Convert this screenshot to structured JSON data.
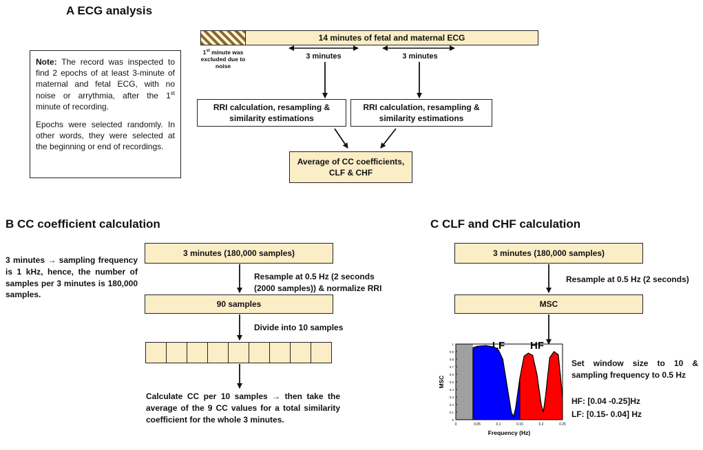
{
  "section_a": {
    "title": "A   ECG analysis",
    "timeline_label": "14 minutes of fetal and maternal ECG",
    "excluded_note_prefix": "1",
    "excluded_note_sup": "st",
    "excluded_note_rest": " minute was excluded due to noise",
    "epoch1_label": "3 minutes",
    "epoch2_label": "3 minutes",
    "rri_box1": "RRI calculation, resampling & similarity estimations",
    "rri_box2": "RRI calculation, resampling & similarity estimations",
    "average_box": "Average of CC coefficients, CLF & CHF",
    "note_bold": "Note:",
    "note_text1": " The record was inspected to find 2 epochs of at least 3-minute of maternal and fetal ECG, with no noise or arrythmia, after the 1",
    "note_sup": "st",
    "note_text2": " minute of recording.",
    "note_para2": "Epochs were selected randomly. In other words, they were selected at the beginning or end of recordings."
  },
  "section_b": {
    "title": "B   CC coefficient calculation",
    "side_text": "3 minutes → sampling frequency is 1 kHz, hence, the number of samples per 3 minutes is 180,000 samples.",
    "box1": "3 minutes (180,000 samples)",
    "step1": "Resample at 0.5 Hz (2 seconds (2000 samples)) & normalize RRI",
    "box2": "90 samples",
    "step2": "Divide into 10 samples",
    "cell_count": 9,
    "conclusion": "Calculate CC per 10 samples → then take the average of the 9 CC values for a total similarity coefficient for the whole 3 minutes."
  },
  "section_c": {
    "title": "C   CLF and CHF calculation",
    "box1": "3 minutes (180,000 samples)",
    "step1": "Resample at 0.5 Hz (2 seconds)",
    "box2": "MSC",
    "side_text": "Set window size to 10 & sampling frequency to 0.5 Hz",
    "hf_text": "HF: [0.04 -0.25]Hz",
    "lf_text": "LF: [0.15- 0.04] Hz",
    "chart_lf_label": "LF",
    "chart_hf_label": "HF"
  },
  "chart_data": {
    "type": "area",
    "xlabel": "Frequency (Hz)",
    "ylabel": "MSC",
    "xlim": [
      0,
      0.25
    ],
    "ylim": [
      0,
      1
    ],
    "x_ticks": [
      "0",
      "0.05",
      "0.1",
      "0.15",
      "0.2",
      "0.25"
    ],
    "y_ticks": [
      "0",
      "0.1",
      "0.2",
      "0.3",
      "0.4",
      "0.5",
      "0.6",
      "0.7",
      "0.8",
      "0.9",
      "1"
    ],
    "colors": {
      "excluded": "#a0a0a0",
      "lf": "#0000ff",
      "hf": "#ff0000"
    },
    "regions": [
      {
        "name": "excluded",
        "from": 0,
        "to": 0.04
      },
      {
        "name": "lf",
        "from": 0.04,
        "to": 0.15
      },
      {
        "name": "hf",
        "from": 0.15,
        "to": 0.25
      }
    ],
    "x": [
      0.04,
      0.05,
      0.07,
      0.09,
      0.1,
      0.11,
      0.12,
      0.13,
      0.135,
      0.14,
      0.15,
      0.16,
      0.17,
      0.18,
      0.19,
      0.2,
      0.205,
      0.21,
      0.22,
      0.23,
      0.24,
      0.25
    ],
    "values": [
      0.95,
      0.97,
      0.98,
      0.96,
      0.92,
      0.8,
      0.45,
      0.1,
      0.04,
      0.15,
      0.55,
      0.84,
      0.88,
      0.85,
      0.6,
      0.2,
      0.1,
      0.3,
      0.82,
      0.9,
      0.86,
      0.3
    ]
  }
}
